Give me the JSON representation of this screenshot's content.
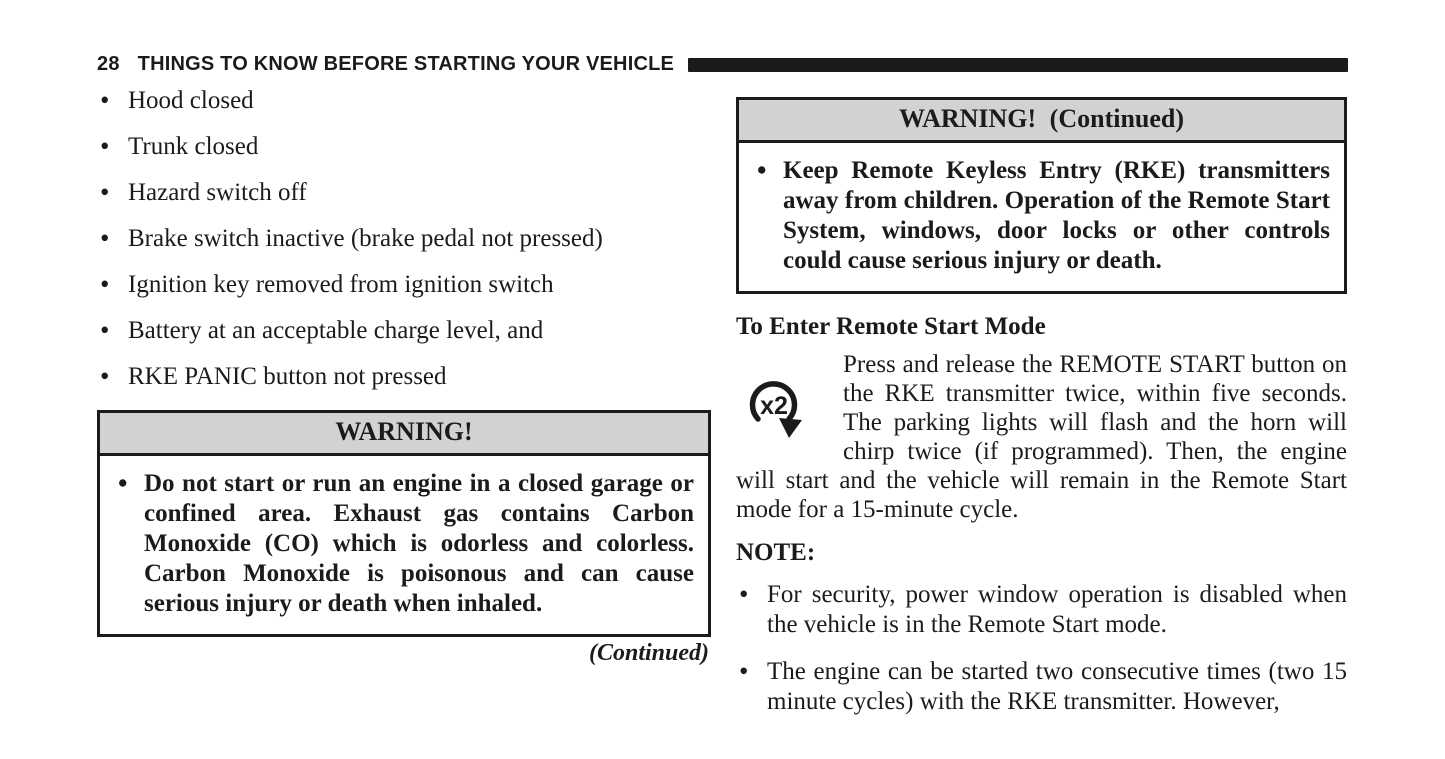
{
  "header": {
    "page_number": "28",
    "title": "THINGS TO KNOW BEFORE STARTING YOUR VEHICLE"
  },
  "left": {
    "checklist": [
      "Hood closed",
      "Trunk closed",
      "Hazard switch off",
      "Brake switch inactive (brake pedal not pressed)",
      "Ignition key removed from ignition switch",
      "Battery at an acceptable charge level, and",
      "RKE PANIC button not pressed"
    ],
    "warning": {
      "title": "WARNING!",
      "body": "Do not start or run an engine in a closed garage or confined area. Exhaust gas contains Carbon Monoxide (CO) which is odorless and colorless. Carbon Monoxide is poisonous and can cause serious injury or death when inhaled."
    },
    "continued": "(Continued)"
  },
  "right": {
    "warning": {
      "title": "WARNING! (Continued)",
      "body": "Keep Remote Keyless Entry (RKE) transmitters away from children. Operation of the Remote Start System, windows, door locks or other controls could cause serious injury or death."
    },
    "heading": "To Enter Remote Start Mode",
    "remote_icon_label": "x2",
    "paragraph": "Press and release the REMOTE START button on the RKE transmitter twice, within five seconds. The parking lights will flash and the horn will chirp twice (if programmed). Then, the engine will start and the vehicle will remain in the Remote Start mode for a 15-minute cycle.",
    "note_heading": "NOTE:",
    "notes": [
      "For security, power window operation is disabled when the vehicle is in the Remote Start mode.",
      "The engine can be started two consecutive times (two 15 minute cycles) with the RKE transmitter. However,"
    ]
  },
  "colors": {
    "ink": "#1b1b1b",
    "warning_header_bg": "#d2d2d2",
    "paper": "#ffffff"
  }
}
